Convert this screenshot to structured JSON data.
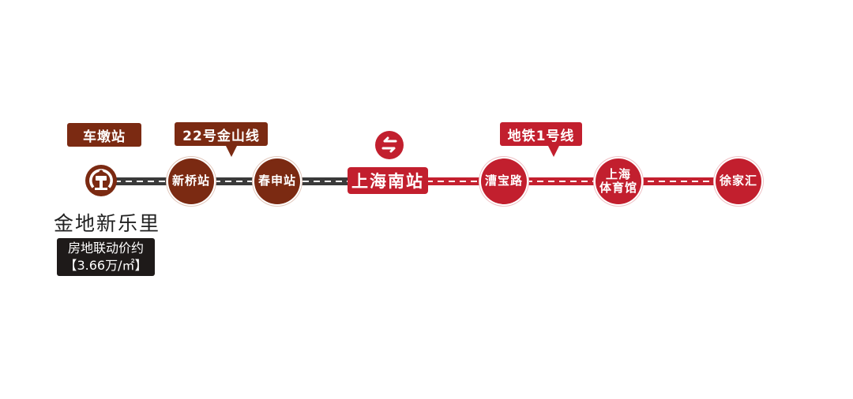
{
  "colors": {
    "brown": "#7b2a12",
    "red": "#c21f2e",
    "dark_track": "#3a3a3a",
    "price_bg": "#1e1a19"
  },
  "origin": {
    "label": "车墩站",
    "icon": "railway-station-icon",
    "project_name": "金地新乐里",
    "price_label": "房地联动价约",
    "price_value": "【3.66万/㎡】"
  },
  "lines": [
    {
      "name": "22号金山线",
      "color": "#7b2a12"
    },
    {
      "name": "地铁1号线",
      "color": "#c21f2e"
    }
  ],
  "stations": [
    {
      "name": "新桥站",
      "line": "22号金山线"
    },
    {
      "name": "春申站",
      "line": "22号金山线"
    },
    {
      "name": "上海南站",
      "line": "transfer",
      "icon": "transfer-icon"
    },
    {
      "name": "漕宝路",
      "line": "地铁1号线"
    },
    {
      "name_line1": "上海",
      "name_line2": "体育馆",
      "line": "地铁1号线"
    },
    {
      "name": "徐家汇",
      "line": "地铁1号线"
    }
  ]
}
